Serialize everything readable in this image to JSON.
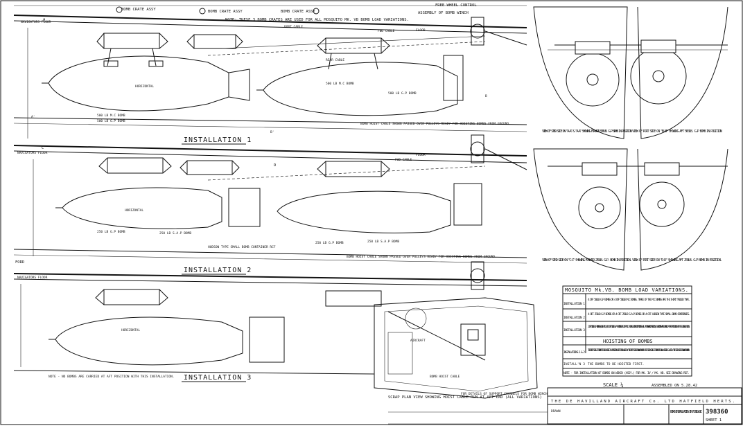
{
  "installations": {
    "one": "INSTALLATION 1",
    "two": "INSTALLATION 2",
    "three": "INSTALLATION 3"
  },
  "labels": {
    "bomb_crate_assy": "BOMB CRATE ASSY",
    "note_crates": "NOTE: THESE 3 BOMB CRATES ARE USED FOR ALL MOSQUITO MK. VB BOMB LOAD VARIATIONS.",
    "fwd_cable": "FWD CABLE",
    "rear_cable": "REAR CABLE",
    "port_cable": "PORT CABLE",
    "horizontal": "HORIZONTAL",
    "floor": "FLOOR",
    "ford": "FORD",
    "navigators_floor": "NAVIGATORS FLOOR",
    "bomb_500_mc": "500 LB M.C BOMB",
    "bomb_500_gp": "500 LB G.P BOMB",
    "bomb_250_sap": "250 LB S.A.P BOMB",
    "bomb_250_gp": "250 LB G.P BOMB",
    "hoist_cable_note": "BOMB HOIST CABLE SHOWN PASSED OVER PULLEYS READY FOR HOISTING BOMBS FROM GROUND.",
    "hudson_container": "HUDSON TYPE SMALL BOMB CONTAINER RCF",
    "free_wheel_control": "FREE WHEEL CONTROL",
    "assy_hoist": "ASSEMBLY OF BOMB WINCH",
    "note_bottom": "NOTE - NO BOMBS ARE CARRIED AT AFT POSITION WITH THIS INSTALLATION.",
    "scrap_plan": "SCRAP PLAN VIEW SHOWING HOIST CABLE RUN AT AFT END (ALL VARIATIONS)",
    "for_details": "FOR DETAILS OF SUPPORT CHANNELS FOR BOMB WINCH",
    "bomb_hoist_cable": "BOMB HOIST CABLE",
    "aircraft": "AIRCRAFT",
    "section_A": "A",
    "section_B": "B",
    "section_C": "C",
    "section_D": "D"
  },
  "views": {
    "aa": "VIEW OF STBD SIDE ON \"A-A\" & \"A-A\" SHOWING FORWARD 500LB. G.P BOMB IN POSITION",
    "bb": "VIEW OF PORT SIDE ON \"B-B\" SHOWING AFT 500LB. G.P BOMB IN POSITION",
    "cc": "VIEW OF STBD SIDE ON \"C-C\" SHOWING FORWARD 250LB. G.P. BOMB IN POSITION.",
    "dd": "VIEW OF PORT SIDE ON \"D-D\" SHOWING AFT 250LB. G.P BOMB IN POSITION."
  },
  "table": {
    "title": "MOSQUITO Mk.VB. BOMB LOAD VARIATIONS.",
    "rows": [
      {
        "label": "INSTALLATION 1",
        "text": "4 OFF 500LB G.P BOMBS OR 4 OFF 500LB M.C BOMBS. THREE OF THE M.C BOMBS ARE THE SHORT TAILED TYPE."
      },
      {
        "label": "INSTALLATION 2",
        "text": "4 OFF 250LB G.P BOMBS OR 4 OFF 250LB S.A.P BOMBS OR 4 OFF HUDSON TYPE SMALL BOMB CONTAINERS."
      },
      {
        "label": "INSTALLATION 3",
        "text": "2 OFF 500LB G.P BOMBS (LONG TAIL) OR 2 OFF 500LB S.A.P BOMBS OR 2 OFF MK. 1A SMALL BOMB CONTAINERS (ALL AT FORWARD POSITION). NO BOMBS ARE CARRIED AT AFT POSITION WITH THIS INSTALLATION."
      }
    ],
    "hoist_title": "HOISTING OF BOMBS",
    "hoist_rows": [
      {
        "label": "INSTALLATIONS 1 & 2",
        "text": "THE PORT SIDE AFT BOMB TO BE HOISTED IN POSITION FIRST FOLLOWED BY THE PORT SIDE FORWARD BOMB. THE STBD SIDE AFT BOMB IS NOW HOISTED & LASTLY THE STBD SIDE FORWARD BOMB."
      },
      {
        "label": "INSTALL'N 3",
        "text": "THE BOMBS TO BE HOISTED FIRST."
      }
    ],
    "note": "NOTE - FOR INSTALLATION OF BOMBS ON WINCH (ASSY.) FOR MK. IV / MK. VB. SEE DRAWING REF."
  },
  "title_block": {
    "scale": "SCALE ¼",
    "assembled_on": "ASSEMBLED ON 5.28.42",
    "company": "THE DE HAVILLAND AIRCRAFT Co. LTD HATFIELD HERTS.",
    "title": "BOMB INSTALLATION IN FUSELAGE",
    "drawing_no": "398360",
    "sheet": "SHEET 1",
    "drawn": "DRAWN"
  }
}
